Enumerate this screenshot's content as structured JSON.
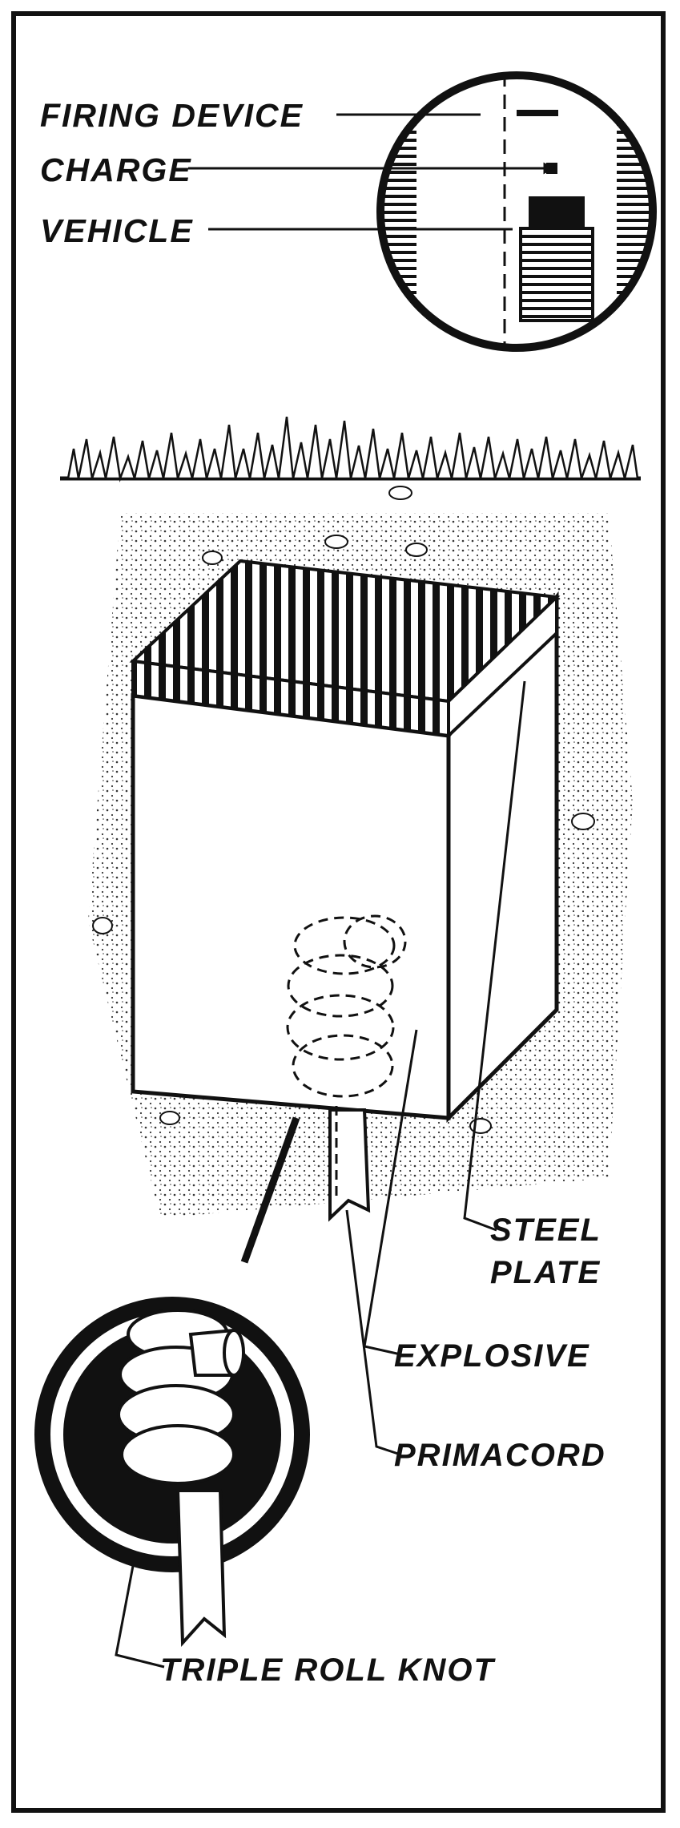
{
  "labels": {
    "firing_device": "FIRING DEVICE",
    "charge": "CHARGE",
    "vehicle": "VEHICLE",
    "steel": "STEEL",
    "plate": "PLATE",
    "explosive": "EXPLOSIVE",
    "primacord": "PRIMACORD",
    "triple_roll_knot": "TRIPLE ROLL KNOT"
  },
  "colors": {
    "ink": "#111111",
    "paper": "#ffffff"
  }
}
